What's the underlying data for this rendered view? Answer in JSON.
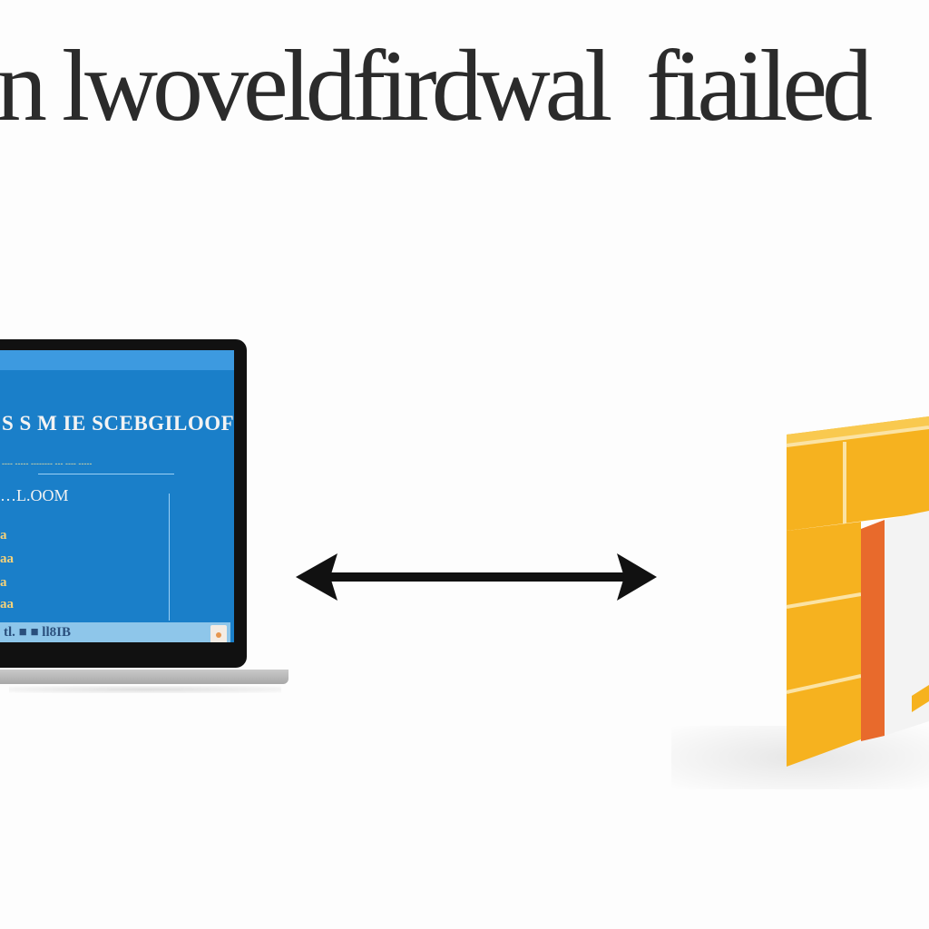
{
  "headline": {
    "parts": [
      "n lwoveld",
      "firdwal",
      "fiailed"
    ]
  },
  "laptop": {
    "screen_title": "S S M IE SCEBGILOOF",
    "screen_subtitle": "---- ----- -------- --- ---- -----",
    "screen_field": "…L.OOM",
    "screen_items": [
      "a",
      "aa",
      "a",
      "aa"
    ],
    "footer_text": "tl. ■ ■ ll8IB"
  },
  "colors": {
    "screen_blue": "#1a7fc9",
    "wall_yellow": "#f6b21f",
    "wall_orange": "#e86a2c",
    "arrow_black": "#111111"
  },
  "icons": {
    "connector": "double-headed-arrow-icon",
    "firewall": "brick-wall-icon",
    "computer": "laptop-icon"
  }
}
